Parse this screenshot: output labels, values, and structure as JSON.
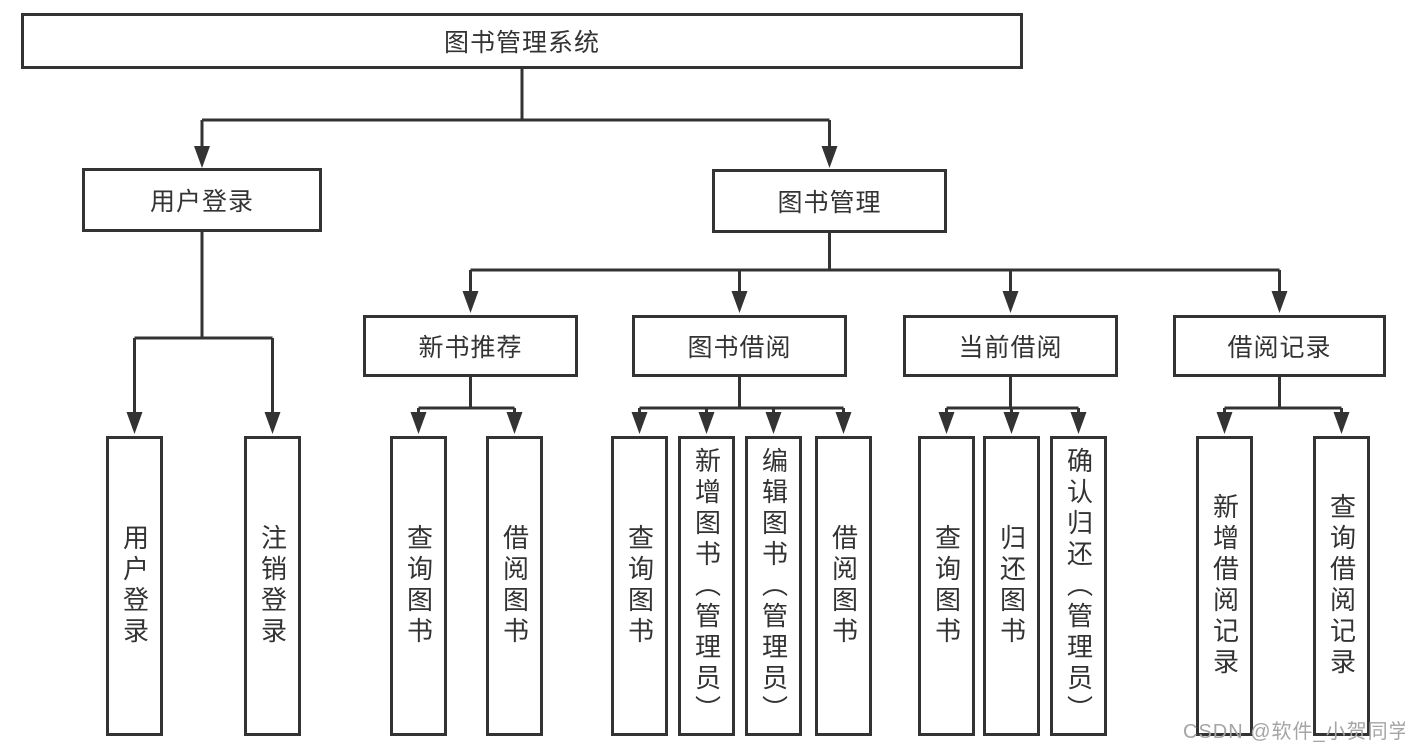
{
  "diagram": {
    "type": "tree",
    "root": {
      "label": "图书管理系统",
      "children": [
        {
          "label": "用户登录",
          "children": [
            {
              "label": "用户登录"
            },
            {
              "label": "注销登录"
            }
          ]
        },
        {
          "label": "图书管理",
          "children": [
            {
              "label": "新书推荐",
              "children": [
                {
                  "label": "查询图书"
                },
                {
                  "label": "借阅图书"
                }
              ]
            },
            {
              "label": "图书借阅",
              "children": [
                {
                  "label": "查询图书"
                },
                {
                  "label": "新增图书（管理员）"
                },
                {
                  "label": "编辑图书（管理员）"
                },
                {
                  "label": "借阅图书"
                }
              ]
            },
            {
              "label": "当前借阅",
              "children": [
                {
                  "label": "查询图书"
                },
                {
                  "label": "归还图书"
                },
                {
                  "label": "确认归还（管理员）"
                }
              ]
            },
            {
              "label": "借阅记录",
              "children": [
                {
                  "label": "新增借阅记录"
                },
                {
                  "label": "查询借阅记录"
                }
              ]
            }
          ]
        }
      ]
    }
  },
  "watermark": {
    "text": "CSDN @软件_小贺同学"
  },
  "colors": {
    "line": "#333333",
    "node_border": "#333333",
    "node_background": "#ffffff",
    "text": "#333333",
    "watermark_text": "#a5a5a5",
    "page_background": "#ffffff"
  }
}
